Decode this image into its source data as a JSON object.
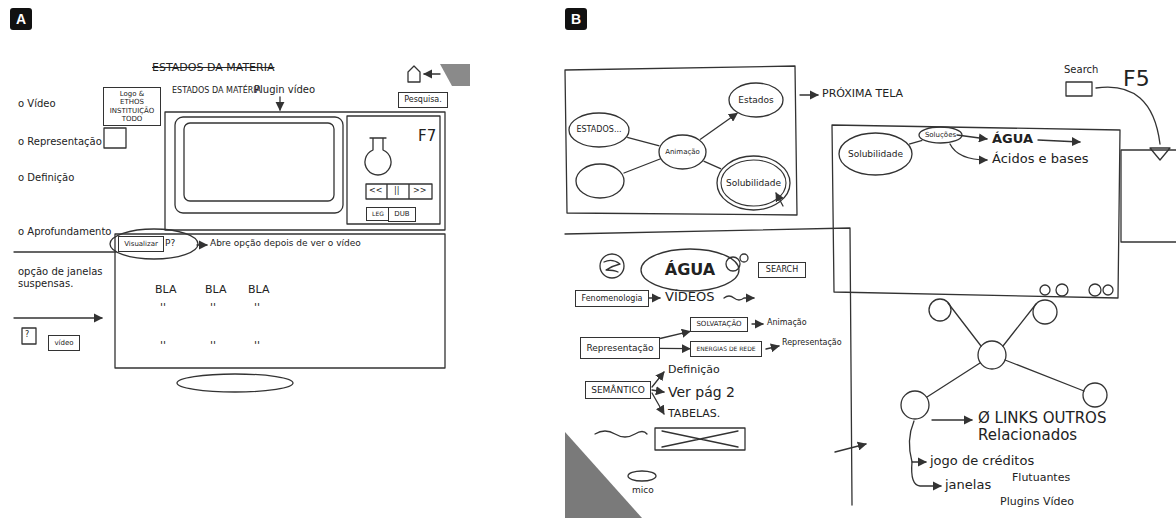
{
  "diagram": {
    "nodes": [
      {
        "text": [
          "Logo & ETHOS INSTITUIÇÃO TODO"
        ]
      },
      {
        "text": [
          "Pesquisa."
        ]
      },
      {
        "text": [
          "Visualizar"
        ]
      },
      {
        "text": [
          "LEG"
        ]
      },
      {
        "text": [
          "DUB"
        ]
      },
      {
        "text": [
          "vídeo"
        ]
      },
      {
        "text": [
          "ESTADOS..."
        ]
      },
      {
        "text": [
          "Animação"
        ]
      },
      {
        "text": [
          "Estados"
        ]
      },
      {
        "text": [
          "Solubilidade"
        ]
      },
      {
        "text": [
          "Solubilidade"
        ]
      },
      {
        "text": [
          "Soluções"
        ]
      },
      {
        "text": [
          "ÁGUA"
        ]
      },
      {
        "text": [
          "SEARCH"
        ]
      },
      {
        "text": [
          "Fenomenologia"
        ]
      },
      {
        "text": [
          "Representação"
        ]
      },
      {
        "text": [
          "SOLVATAÇÃO"
        ]
      },
      {
        "text": [
          "ENERGIAS DE REDE"
        ]
      },
      {
        "text": [
          "SEMÂNTICO"
        ]
      }
    ],
    "edges": [
      {
        "from": 6,
        "to": 7,
        "arrow": "none"
      },
      {
        "from": 7,
        "to": 8,
        "arrow": "to"
      },
      {
        "from": 7,
        "to": 9,
        "arrow": "none"
      },
      {
        "from": 10,
        "to": 11,
        "arrow": "none"
      },
      {
        "from": 15,
        "to": 16,
        "arrow": "to"
      },
      {
        "from": 15,
        "to": 17,
        "arrow": "to"
      }
    ],
    "labels": [
      "A",
      "ESTADOS DA MATERIA",
      "ESTADOS DA MATÉRIA",
      "Plugin vídeo",
      "o Vídeo",
      "o Representação",
      "o Definição",
      "o Aprofundamento",
      "opção de janelas suspensas.",
      "F7",
      "<<",
      "||",
      ">>",
      "P?",
      "Abre opção depois de ver o vídeo",
      "BLA",
      "BLA",
      "BLA",
      "''",
      "''",
      "''",
      "''",
      "''",
      "''",
      "?",
      "B",
      "PRÓXIMA TELA",
      "Search",
      "F5",
      "ÁGUA",
      "Ácidos e bases",
      "VÍDEOS",
      "Animação",
      "Representação",
      "Definição",
      "Ver pág 2",
      "TABELAS.",
      "mico",
      "Ø LINKS OUTROS Relacionados",
      "jogo de créditos",
      "janelas",
      "Flutuantes",
      "Plugins Vídeo"
    ]
  }
}
